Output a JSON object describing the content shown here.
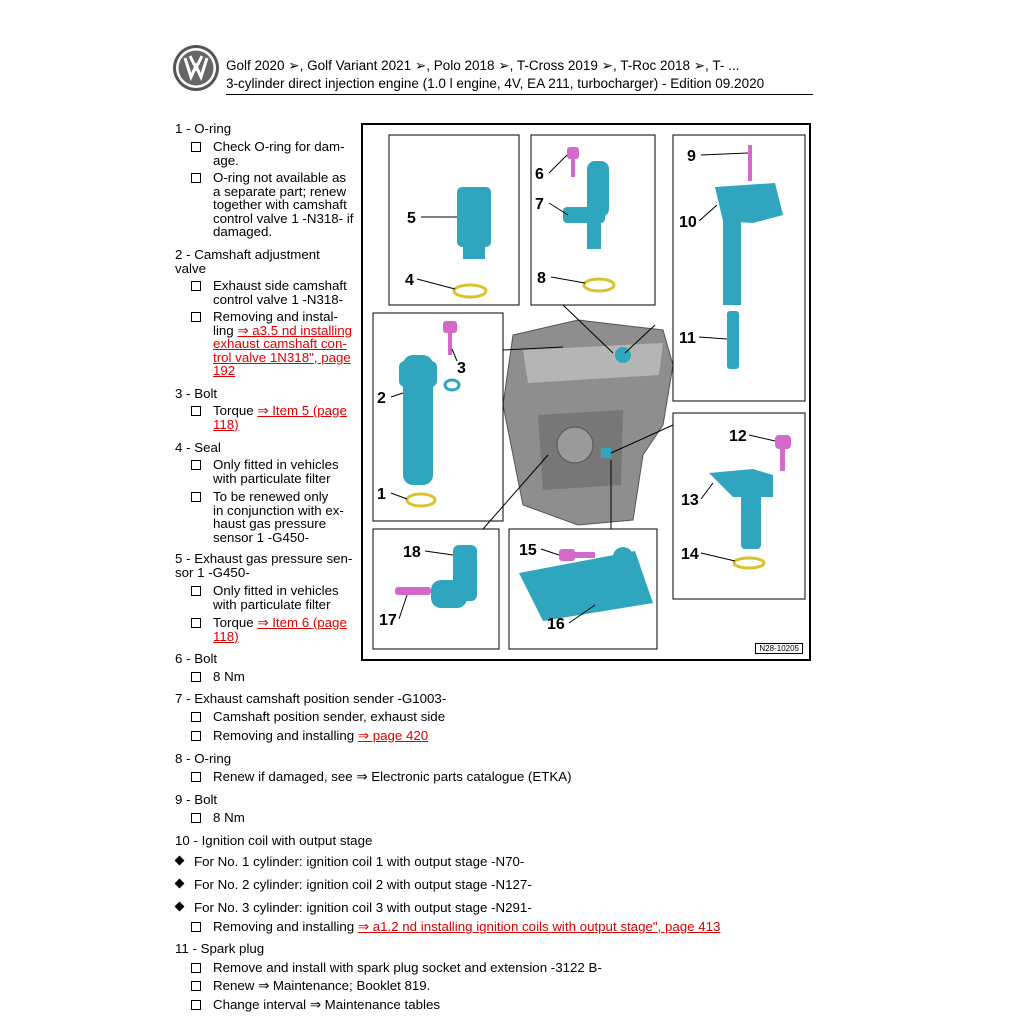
{
  "header": {
    "line1": "Golf 2020 ➢, Golf Variant 2021 ➢, Polo 2018 ➢, T-Cross 2019 ➢, T-Roc 2018 ➢, T- ...",
    "line2": "3-cylinder direct injection engine (1.0 l engine, 4V, EA 211, turbocharger) - Edition 09.2020",
    "logo_text": "VW"
  },
  "figure": {
    "ref": "N28-10205",
    "callouts": [
      "1",
      "2",
      "3",
      "4",
      "5",
      "6",
      "7",
      "8",
      "9",
      "10",
      "11",
      "12",
      "13",
      "14",
      "15",
      "16",
      "17",
      "18"
    ]
  },
  "items": {
    "i1": {
      "title": "1 - O-ring",
      "b1": [
        "Check O-ring for dam-",
        "age."
      ],
      "b2": [
        "O-ring not available as",
        "a separate part; renew",
        "together with camshaft",
        "control valve 1 -N318- if",
        "damaged."
      ]
    },
    "i2": {
      "title": [
        "2 - Camshaft adjustment",
        "valve"
      ],
      "b1": [
        "Exhaust side camshaft",
        "control valve 1 -N318-"
      ],
      "b2_pre": [
        "Removing and instal-",
        "ling "
      ],
      "b2_link": [
        "⇒ a3.5 nd installing",
        "exhaust camshaft con-",
        "trol valve 1N318\", page",
        "192"
      ]
    },
    "i3": {
      "title": "3 - Bolt",
      "b1_pre": "Torque ",
      "b1_link": [
        "⇒ Item 5 (page",
        "118)"
      ]
    },
    "i4": {
      "title": "4 - Seal",
      "b1": [
        "Only fitted in vehicles",
        "with particulate filter"
      ],
      "b2": [
        "To be renewed only",
        "in conjunction with ex-",
        "haust gas pressure",
        "sensor 1 -G450-"
      ]
    },
    "i5": {
      "title": [
        "5 - Exhaust gas pressure sen-",
        "sor 1 -G450-"
      ],
      "b1": [
        "Only fitted in vehicles",
        "with particulate filter"
      ],
      "b2_pre": "Torque ",
      "b2_link": [
        "⇒ Item 6 (page",
        "118)"
      ]
    },
    "i6": {
      "title": "6 - Bolt",
      "b1": "8 Nm"
    },
    "i7": {
      "title": "7 - Exhaust camshaft position sender -G1003-",
      "b1": "Camshaft position sender, exhaust side",
      "b2_pre": "Removing and installing ",
      "b2_link": "⇒ page 420"
    },
    "i8": {
      "title": "8 - O-ring",
      "b1": "Renew if damaged, see ⇒ Electronic parts catalogue (ETKA)"
    },
    "i9": {
      "title": "9 - Bolt",
      "b1": "8 Nm"
    },
    "i10": {
      "title": "10 - Ignition coil with output stage",
      "d1": "For No. 1 cylinder: ignition coil 1 with output stage -N70-",
      "d2": "For No. 2 cylinder: ignition coil 2 with output stage -N127-",
      "d3": "For No. 3 cylinder: ignition coil 3 with output stage -N291-",
      "b1_pre": "Removing and installing ",
      "b1_link": "⇒ a1.2 nd installing ignition coils with output stage\", page 413"
    },
    "i11": {
      "title": "11 - Spark plug",
      "b1": "Remove and install with spark plug socket and extension -3122 B-",
      "b2": "Renew ⇒ Maintenance; Booklet 819.",
      "b3": "Change interval ⇒ Maintenance tables"
    }
  },
  "colors": {
    "part": "#2fa6bd",
    "bolt": "#d36ac9",
    "ring": "#d8c42a",
    "link": "#e00000"
  }
}
